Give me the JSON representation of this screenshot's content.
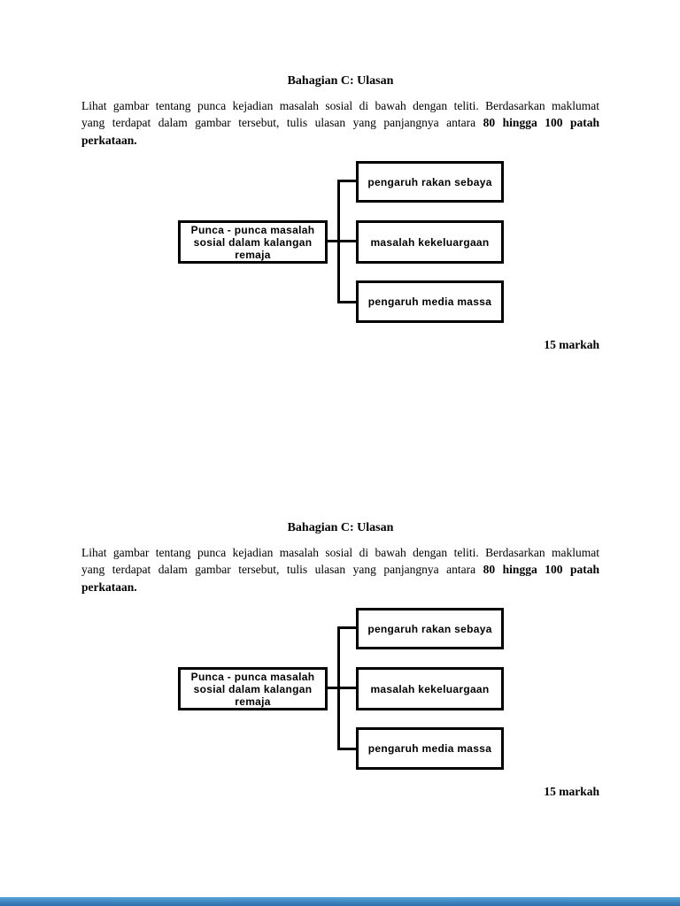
{
  "section": {
    "title": "Bahagian C: Ulasan",
    "instruction_lines": [
      {
        "normal": "Lihat gambar tentang punca kejadian masalah sosial di bawah dengan teliti. Berdasarkan maklumat",
        "bold": ""
      },
      {
        "normal": "yang terdapat dalam gambar tersebut, tulis ulasan yang panjangnya antara ",
        "bold": "80 hingga 100 patah"
      },
      {
        "normal": "",
        "bold": "perkataan."
      }
    ],
    "diagram": {
      "root_lines": [
        "Punca - punca masalah",
        "sosial dalam kalangan",
        "remaja"
      ],
      "children": [
        "pengaruh rakan sebaya",
        "masalah kekeluargaan",
        "pengaruh media massa"
      ],
      "border_color": "#000000"
    },
    "marks_label": "15 markah"
  },
  "next_page_edge": {
    "color_top": "#56a3d9",
    "color_bottom": "#2d6da9"
  }
}
